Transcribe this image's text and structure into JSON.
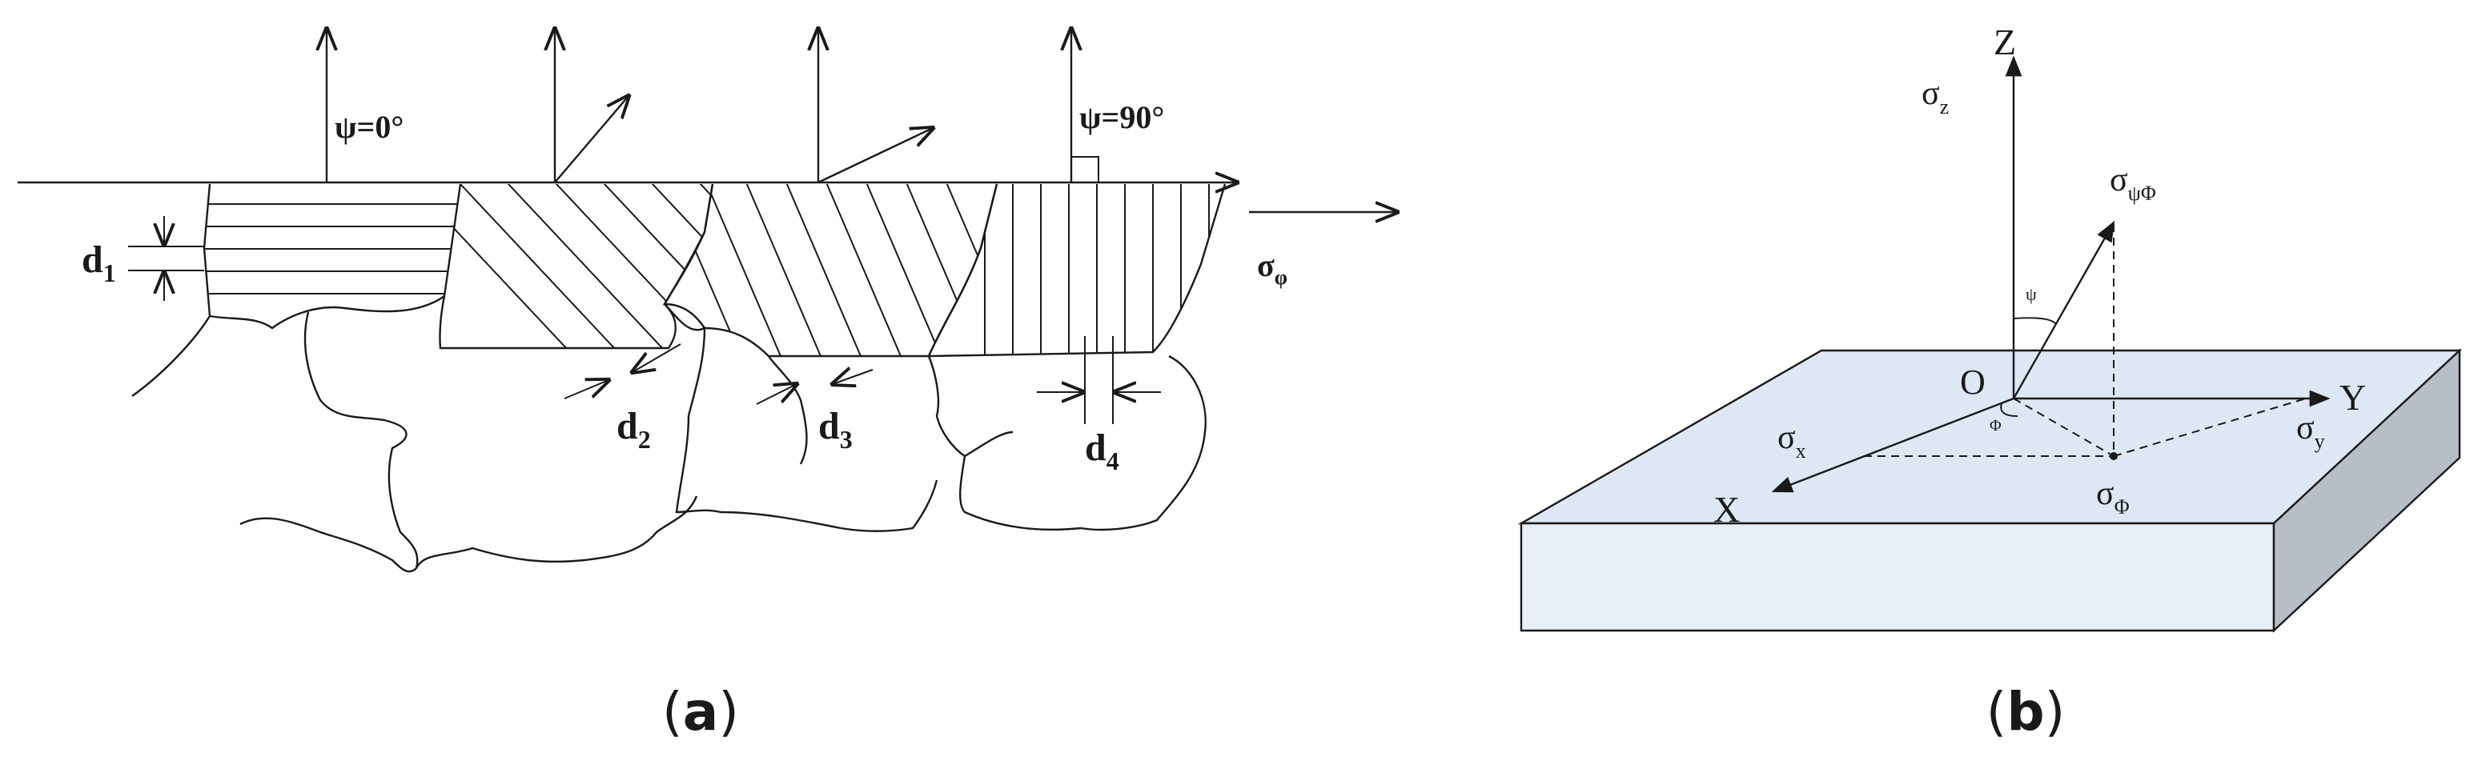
{
  "panel_a": {
    "caption_open": "(",
    "caption_letter": "a",
    "caption_close": ")",
    "psi_0": "ψ=0°",
    "psi_90": "ψ=90°",
    "sigma_phi_base": "σ",
    "sigma_phi_sub": "φ",
    "d1_base": "d",
    "d1_sub": "1",
    "d2_base": "d",
    "d2_sub": "2",
    "d3_base": "d",
    "d3_sub": "3",
    "d4_base": "d",
    "d4_sub": "4"
  },
  "panel_b": {
    "caption_open": "(",
    "caption_letter": "b",
    "caption_close": ")",
    "axis_z": "Z",
    "axis_y": "Y",
    "axis_x": "X",
    "origin": "O",
    "sigma_z_base": "σ",
    "sigma_z_sub": "z",
    "sigma_psiphi_base": "σ",
    "sigma_psiphi_sub": "ψΦ",
    "sigma_x_base": "σ",
    "sigma_x_sub": "x",
    "sigma_y_base": "σ",
    "sigma_y_sub": "y",
    "sigma_Phi_base": "σ",
    "sigma_Phi_sub": "Φ",
    "angle_psi": "ψ",
    "angle_phi": "Φ"
  },
  "colors": {
    "ink": "#1a1a1a",
    "slab_top": "#dde8f4",
    "slab_front": "#e8eef6",
    "slab_side": "#b8bec6"
  }
}
